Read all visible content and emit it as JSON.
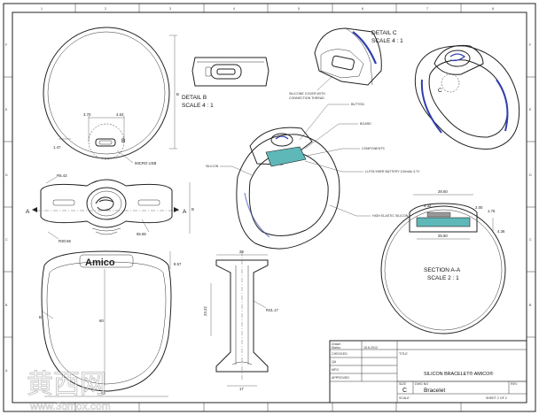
{
  "border": {
    "top_zones": [
      "1",
      "2",
      "3",
      "4",
      "5",
      "6",
      "7",
      "8"
    ],
    "bottom_zones": [
      "8",
      "7",
      "6",
      "5",
      "4",
      "3",
      "2",
      "1"
    ],
    "side_zones": [
      "A",
      "B",
      "C",
      "D",
      "E",
      "F"
    ]
  },
  "views": {
    "detail_b": {
      "title": "DETAIL  B",
      "scale": "SCALE 4 : 1",
      "section_letter": "B"
    },
    "detail_c": {
      "title": "DETAIL  C",
      "scale": "SCALE 4 : 1",
      "section_letter": "C"
    },
    "section_aa": {
      "title": "SECTION A-A",
      "scale": "SCALE 2 : 1"
    }
  },
  "callouts": {
    "silicone_cover": "SILICONE COVER WITH",
    "connection_thread": "CONNECTION THREAD",
    "button": "BUTTON",
    "board": "BOARD",
    "components": "COMPONENTS",
    "silicon": "SILICON",
    "battery": "LI-POLYMER BATTERY 100mAh 3.7V",
    "elastic": "HIGH ELASTIC SILICON",
    "micro_usb": "MICRO USB"
  },
  "dimensions": {
    "d_370": "3.70",
    "d_463": "4.63",
    "d_147": "1.47",
    "r_r643": "R6.43",
    "r_r30": "R30.56",
    "d_6553": "65.55",
    "d_2860": "28.60",
    "d_432": "4.32",
    "d_200": "2.00",
    "d_175": "1.75",
    "d_436": "4.36",
    "d_2550": "25.50",
    "d_28": "28",
    "d_2322": "23.22",
    "d_r3117": "R31.17",
    "d_17": "17",
    "d_60": "60",
    "d_857": "8.57",
    "d_b_left": "B",
    "d_b_right": "B"
  },
  "section_markers": {
    "left": "A",
    "right": "A"
  },
  "brand_text": "Amico",
  "title_block": {
    "drawn_label": "Drawn",
    "drawn_name": "Marko",
    "drawn_date": "15.6.2012",
    "checked": "CHECKED",
    "qa": "QA",
    "mfg": "MFG",
    "approved": "APPROVED",
    "title_label": "TITLE",
    "title": "SILICON BRACELET® AMICO®",
    "size_label": "SIZE",
    "size": "C",
    "dwg_label": "DWG NO",
    "dwg": "Bracelet",
    "rev_label": "REV",
    "scale_label": "SCALE",
    "sheet": "SHEET 2  OF 2"
  },
  "watermark": {
    "chinese": "黄西网",
    "url": "www.3dmox.com"
  }
}
